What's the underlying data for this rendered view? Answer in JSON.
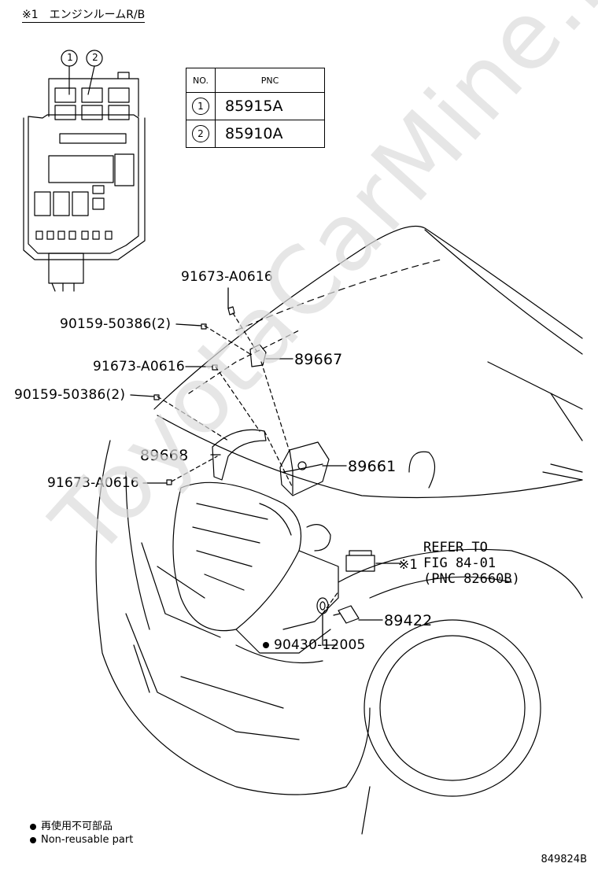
{
  "title": "※1　エンジンルームR/B",
  "watermark": "ToyotaCarMine.ru",
  "pnc_table": {
    "header_no": "NO.",
    "header_pnc": "PNC",
    "rows": [
      {
        "no": "1",
        "pnc": "85915A"
      },
      {
        "no": "2",
        "pnc": "85910A"
      }
    ]
  },
  "relay_box_markers": [
    "1",
    "2"
  ],
  "callouts": {
    "bolt_top": "91673-A0616",
    "clip_upper": "90159-50386(2)",
    "bolt_mid": "91673-A0616",
    "clip_lower": "90159-50386(2)",
    "bracket_upper": "89667",
    "bracket_lower": "89668",
    "bolt_low": "91673-A0616",
    "ecu": "89661",
    "sensor": "89422",
    "gasket": "90430-12005"
  },
  "refer": {
    "marker": "※1",
    "line1": "REFER TO",
    "line2": "FIG 84-01",
    "line3": "(PNC 82660B)"
  },
  "legend": {
    "jp": "再使用不可部品",
    "en": "Non-reusable part"
  },
  "figure_id": "849824B"
}
